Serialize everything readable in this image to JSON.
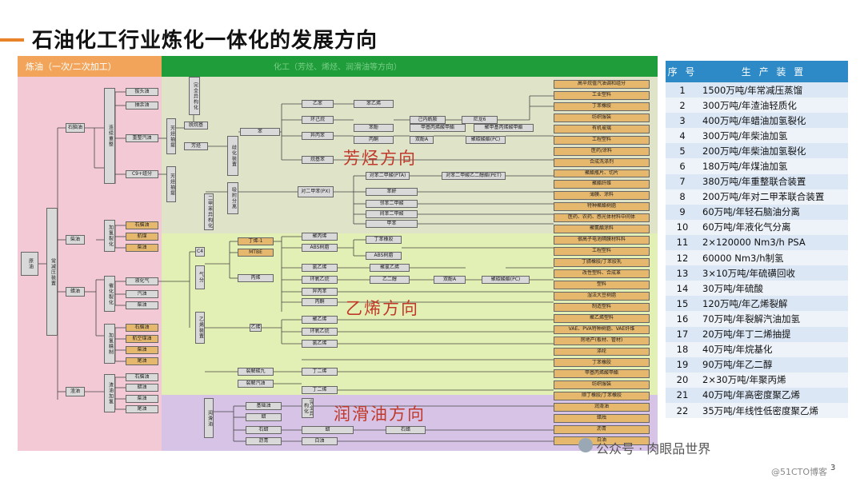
{
  "title": "石油化工行业炼化一体化的发展方向",
  "zones": {
    "refining": "炼油（一次/二次加工）",
    "chemical": "化工（芳烃、烯烃、润滑油等方向）"
  },
  "directions": {
    "aromatics": "芳烃方向",
    "olefins": "乙烯方向",
    "lubricants": "润滑油方向"
  },
  "flow": {
    "crude": "原油",
    "atm_vac": "常减压装置",
    "naphtha": "石脑油",
    "diesel": "柴油",
    "gasoil": "蜡油",
    "residue": "渣油",
    "reformer": "连续重整",
    "light_end": "拔头油",
    "raffinate": "抽余油",
    "reformate": "重整汽油",
    "c9": "C9+组分",
    "aromatics_ext": "芳烃抽提",
    "aromatics": "芳烃",
    "pure_aromatics": "完全异构化",
    "ethylbenzene": "脱烷基",
    "xylene_sep": "吸附分离",
    "isomerization": "二甲苯异构化",
    "toluene_disp": "歧化装置",
    "benzene": "苯",
    "toluene": "甲苯",
    "px": "对二甲苯(PX)",
    "ethylbenzene2": "乙苯",
    "styrene": "苯乙烯",
    "cyclohexane": "环己烷",
    "caprolactam": "己内酰胺",
    "nylon6": "尼龙6",
    "cumene": "异丙苯",
    "phenol": "苯酚",
    "acetone": "丙酮",
    "bpa": "双酚A",
    "pc": "聚碳酸酯(PC)",
    "mma": "甲基丙烯酸甲酯",
    "pmma": "聚甲基丙烯酸甲酯",
    "pta": "对苯二甲酸(PTA)",
    "pet": "对苯二甲酸乙二醇酯(PET)",
    "lab": "烷基苯",
    "pa": "苯酐",
    "oa": "邻苯二甲酸",
    "mx": "间苯二甲酸",
    "hydrocracker": "加氢裂化",
    "hc_naphtha": "石脑油",
    "hc_jet": "航煤",
    "hc_diesel": "柴油",
    "hc_tail": "尾油",
    "fcc": "催化裂化",
    "lpg": "液化气",
    "gasoline": "汽油",
    "fcc_diesel": "柴油",
    "hydrotreat": "加氢精制",
    "h_naphtha": "石脑油",
    "h_jet": "航空煤油",
    "h_diesel": "柴油",
    "h_tail": "尾油",
    "delayed_coker": "渣油加氢",
    "gas_sep": "气分",
    "c4": "C4",
    "mtbe": "MTBE",
    "butene": "丁烯-1",
    "propylene": "丙烯",
    "pp": "聚丙烯",
    "ethylene_unit": "乙烯装置",
    "ethylene": "乙烯",
    "pe": "聚乙烯",
    "eo": "环氧乙烷",
    "eg": "乙二醇",
    "vcm": "氯乙烯",
    "pvc": "聚氯乙烯",
    "butadiene": "丁二烯",
    "sbr": "丁苯橡胶",
    "abs": "ABS树脂",
    "cracked_gasoline": "裂解汽油",
    "cracked_c9": "裂解碳九",
    "lube": "润滑油",
    "base_oil": "基础油",
    "wax": "蜡",
    "paraffin": "石蜡",
    "asphalt": "沥青",
    "white_oil": "白油"
  },
  "products": [
    "高辛烷值汽油调和组分",
    "工业塑料",
    "丁苯橡胶",
    "纺织服装",
    "有机玻璃",
    "工程塑料",
    "医药/涂料",
    "合成洗涤剂",
    "聚酯瓶片、切片",
    "聚酯纤维",
    "薄膜、涂料",
    "特种聚酯树脂",
    "医药、农药、感光体材料中间体",
    "聚氨酯涂料",
    "很高子电池隔膜材料料",
    "工程塑料",
    "丁腈橡胶/丁苯胶乳",
    "改性塑料、合成革",
    "塑料",
    "湿法大豆树脂",
    "制造塑料",
    "聚乙烯塑料",
    "VAE、PVA特种树脂、VAE纤维",
    "房地产(板材、管材)",
    "涤纶",
    "丁苯橡胶",
    "甲基丙烯酸甲酯",
    "纺织服装",
    "顺丁橡胶/丁苯橡胶",
    "润滑油",
    "蜡烛",
    "沥青",
    "白油"
  ],
  "equipment_table": {
    "headers": [
      "序 号",
      "生 产 装 置"
    ],
    "rows": [
      [
        "1",
        "1500万吨/年常减压蒸馏"
      ],
      [
        "2",
        "300万吨/年渣油轻质化"
      ],
      [
        "3",
        "400万吨/年蜡油加氢裂化"
      ],
      [
        "4",
        "300万吨/年柴油加氢"
      ],
      [
        "5",
        "200万吨/年柴油加氢裂化"
      ],
      [
        "6",
        "180万吨/年煤油加氢"
      ],
      [
        "7",
        "380万吨/年重整联合装置"
      ],
      [
        "8",
        "200万吨/年对二甲苯联合装置"
      ],
      [
        "9",
        "60万吨/年轻石脑油分离"
      ],
      [
        "10",
        "60万吨/年液化气分离"
      ],
      [
        "11",
        "2×120000 Nm3/h PSA"
      ],
      [
        "12",
        "60000 Nm3/h制氢"
      ],
      [
        "13",
        "3×10万吨/年硫磺回收"
      ],
      [
        "14",
        "30万吨/年硫酸"
      ],
      [
        "15",
        "120万吨/年乙烯裂解"
      ],
      [
        "16",
        "70万吨/年裂解汽油加氢"
      ],
      [
        "17",
        "20万吨/年丁二烯抽提"
      ],
      [
        "18",
        "40万吨/年烷基化"
      ],
      [
        "19",
        "90万吨/年乙二醇"
      ],
      [
        "20",
        "2×30万吨/年聚丙烯"
      ],
      [
        "21",
        "40万吨/年高密度聚乙烯"
      ],
      [
        "22",
        "35万吨/年线性低密度聚乙烯"
      ]
    ]
  },
  "watermark": "公众号 · 肉眼品世界",
  "blog_mark": "@51CTO博客",
  "page_number": "3",
  "colors": {
    "accent": "#e8832a",
    "table_header": "#2e8ac6",
    "refining_zone": "#f4c9d6",
    "chemical_header": "#1f9d3a",
    "aromatics_zone": "#dfe3c8",
    "olefins_zone": "#e3f0b5",
    "lube_zone": "#d6c3e6",
    "direction_text": "#c0392b"
  }
}
